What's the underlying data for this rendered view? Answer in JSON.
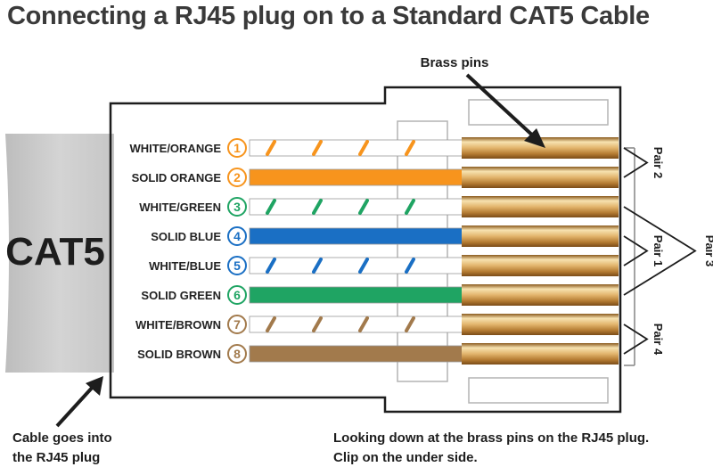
{
  "title": "Connecting a RJ45 plug on to a Standard CAT5 Cable",
  "cable_label": "CAT5",
  "brass_pins_label": "Brass pins",
  "cable_note": [
    "Cable goes into",
    "the RJ45 plug"
  ],
  "view_note": [
    "Looking down at the brass pins on the RJ45 plug.",
    "Clip on the under side."
  ],
  "wires": [
    {
      "label": "WHITE/ORANGE",
      "number": "1",
      "color": "#f7941d",
      "striped": true
    },
    {
      "label": "SOLID ORANGE",
      "number": "2",
      "color": "#f7941d",
      "striped": false
    },
    {
      "label": "WHITE/GREEN",
      "number": "3",
      "color": "#1fa463",
      "striped": true
    },
    {
      "label": "SOLID BLUE",
      "number": "4",
      "color": "#1a6fc4",
      "striped": false
    },
    {
      "label": "WHITE/BLUE",
      "number": "5",
      "color": "#1a6fc4",
      "striped": true
    },
    {
      "label": "SOLID GREEN",
      "number": "6",
      "color": "#1fa463",
      "striped": false
    },
    {
      "label": "WHITE/BROWN",
      "number": "7",
      "color": "#a27a4c",
      "striped": true
    },
    {
      "label": "SOLID BROWN",
      "number": "8",
      "color": "#a27a4c",
      "striped": false
    }
  ],
  "pairs": [
    {
      "label": "Pair 2",
      "pins": [
        1,
        2
      ]
    },
    {
      "label": "Pair 1",
      "pins": [
        4,
        5
      ]
    },
    {
      "label": "Pair 3",
      "pins": [
        3,
        6
      ]
    },
    {
      "label": "Pair 4",
      "pins": [
        7,
        8
      ]
    }
  ],
  "colors": {
    "title": "#3a3a3a",
    "plug_outline": "#1d1d1d",
    "cable_gray": "#c8c8c8",
    "brass": "#e0b56a"
  }
}
